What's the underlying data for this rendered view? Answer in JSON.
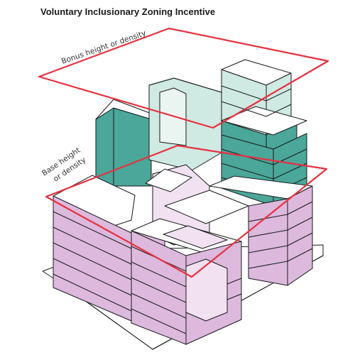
{
  "title": "Voluntary Inclusionary Zoning Incentive",
  "labels": {
    "bonus": "Bonus height or density",
    "base_line1": "Base height",
    "base_line2": "or density"
  },
  "colors": {
    "plane_outline": "#e8303f",
    "bonus_teal": "#4aa79a",
    "bonus_teal_light": "#cfe9e3",
    "base_pink": "#dcb9dd",
    "base_pink_light": "#f1e1f1",
    "roof": "#ffffff",
    "outline": "#1a1a1a"
  },
  "icons": {
    "diagram": "isometric-building-massing"
  }
}
